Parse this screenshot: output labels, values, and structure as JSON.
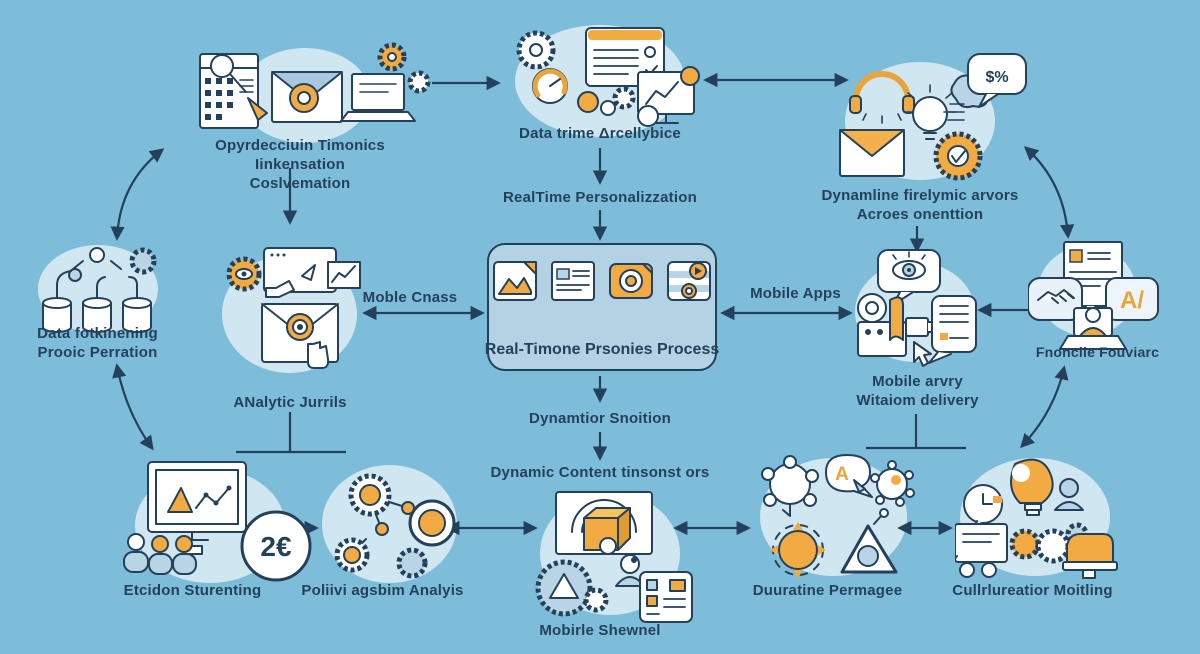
{
  "colors": {
    "background": "#7ebdd9",
    "ink": "#24415c",
    "accent_orange": "#eda63e",
    "halo": "#d9eaf3",
    "icon_light_blue": "#b9d5e5",
    "center_box_fill": "#b3d3e5"
  },
  "nodes": {
    "top_left": {
      "line1": "Opyrdecciuin Timonics Iinkensation",
      "line2": "Coslvemation"
    },
    "top_center": {
      "label": "Data trime Δrcellybice"
    },
    "realtime": {
      "label": "RealTime Personalizzation"
    },
    "top_right": {
      "line1": "Dynamline firelymic arvors",
      "line2": "Acroes onenttion"
    },
    "left_middle": {
      "line1": "Data fotkinening",
      "line2": "Prooic Perration"
    },
    "analytic": {
      "label": "ANalytic Jurrils"
    },
    "center_box": {
      "label": "Real-Timone Prsonies Process"
    },
    "right_middle": {
      "line1": "Mobile arvry",
      "line2": "Witaiom delivery"
    },
    "far_right": {
      "label": "Fnonclie Fouviarc"
    },
    "dynamtior": {
      "label": "Dynamtior Snoition"
    },
    "dynamic_content": {
      "label": "Dynamic Content tinsonst ors"
    },
    "bottom_left": {
      "label": "Etcidon Sturenting"
    },
    "bottom_gears": {
      "label": "Poliivi agsbim Analyis"
    },
    "bottom_center": {
      "label": "Mobirle Shewnel"
    },
    "bottom_right": {
      "label": "Duuratine Permagee"
    },
    "bottom_far_right": {
      "label": "Cullrlureatior Moitling"
    }
  },
  "edge_labels": {
    "left": "Moble Cnass",
    "right": "Mobile Apps"
  },
  "badges": {
    "dollar_percent": "$%",
    "euro_coin": "2€",
    "bubble_a": "A",
    "letters": "A/"
  }
}
